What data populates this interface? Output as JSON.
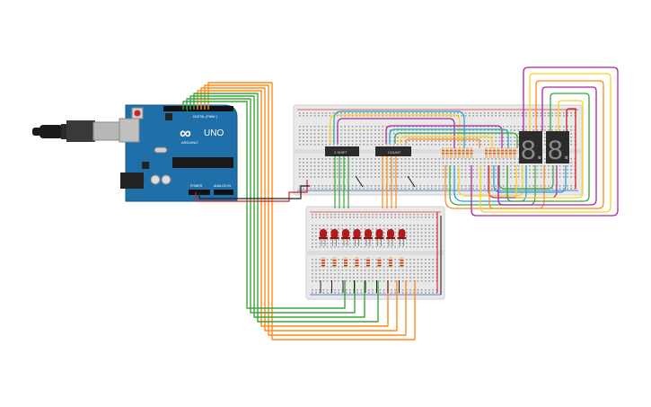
{
  "arduino": {
    "logo": "∞",
    "model": "UNO",
    "brand": "ARDUINO",
    "digital_label": "DIGITAL (PWM~)",
    "power_label": "POWER",
    "analog_label": "ANALOG IN"
  },
  "chips": [
    {
      "label": "2 SHIFT"
    },
    {
      "label": "COUNT"
    }
  ],
  "display": {
    "digits": [
      "8.",
      "8."
    ]
  },
  "leds": {
    "count": 8,
    "color": "#b51a1a"
  },
  "colors": {
    "board_blue": "#1f6fa8",
    "breadboard": "#e9e9e9",
    "wire_orange": "#ff8a1c",
    "wire_green": "#3aa63a",
    "wire_magenta": "#b0259c",
    "wire_yellow": "#ffd21a",
    "wire_cyan": "#1aa3d6",
    "wire_red": "#d41f1f",
    "wire_black": "#222222"
  }
}
